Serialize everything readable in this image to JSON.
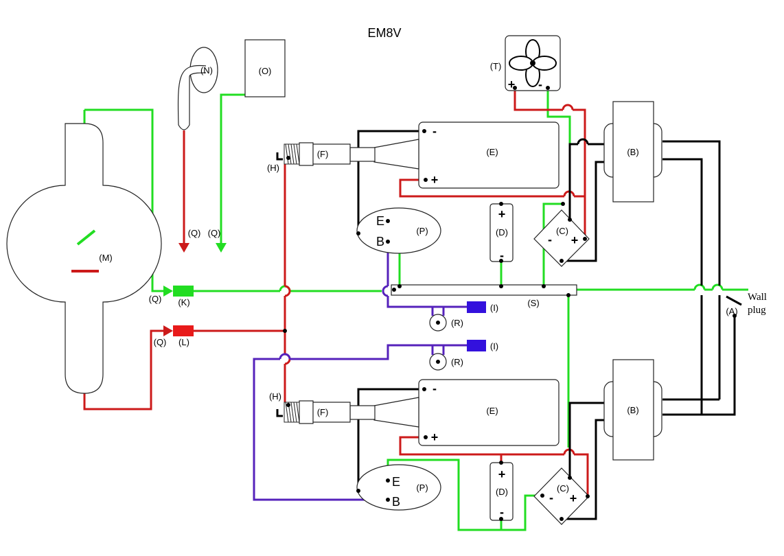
{
  "title": "EM8V",
  "labels": {
    "A": "(A)",
    "B": "(B)",
    "C": "(C)",
    "D": "(D)",
    "E": "(E)",
    "F": "(F)",
    "H": "(H)",
    "I": "(I)",
    "K": "(K)",
    "L": "(L)",
    "M": "(M)",
    "N": "(N)",
    "O": "(O)",
    "P": "(P)",
    "Q": "(Q)",
    "R": "(R)",
    "S": "(S)",
    "T": "(T)"
  },
  "terminals": {
    "emitter": "E",
    "base": "B",
    "plus": "+",
    "minus": "-"
  },
  "wall_plug": {
    "line1": "Wall",
    "line2": "plug"
  },
  "colors": {
    "green": "#22dd22",
    "red": "#cc1a1a",
    "black": "#000000",
    "purple": "#5522bb",
    "blue": "#3311dd",
    "outline": "#222222"
  }
}
